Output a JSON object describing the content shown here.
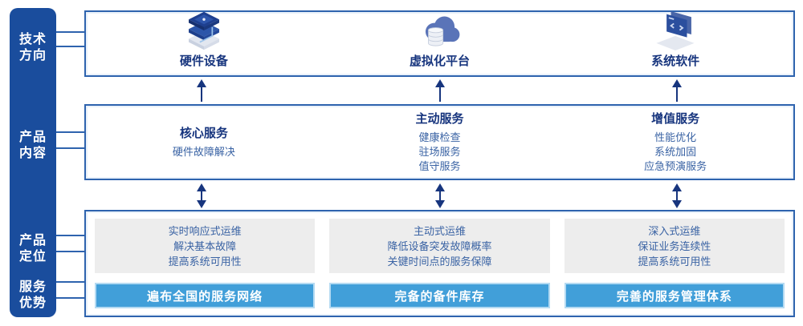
{
  "colors": {
    "sidebar_blue": "#1a4d9d",
    "border_blue": "#2e63ae",
    "title_navy": "#17357e",
    "body_blue": "#3a63a4",
    "banner_blue": "#419fd9",
    "panel_gray": "#ededed"
  },
  "sidebar": {
    "items": [
      {
        "label": "技术\n方向"
      },
      {
        "label": "产品\n内容"
      },
      {
        "label": "产品\n定位"
      },
      {
        "label": "服务\n优势"
      }
    ]
  },
  "tech_row": {
    "items": [
      {
        "icon": "server-stack-icon",
        "label": "硬件设备"
      },
      {
        "icon": "cloud-database-icon",
        "label": "虚拟化平台"
      },
      {
        "icon": "software-panel-icon",
        "label": "系统软件"
      }
    ]
  },
  "content_row": {
    "columns": [
      {
        "title": "核心服务",
        "items": [
          "硬件故障解决"
        ]
      },
      {
        "title": "主动服务",
        "items": [
          "健康检查",
          "驻场服务",
          "值守服务"
        ]
      },
      {
        "title": "增值服务",
        "items": [
          "性能优化",
          "系统加固",
          "应急预演服务"
        ]
      }
    ]
  },
  "position_row": {
    "columns": [
      {
        "lines": [
          "实时响应式运维",
          "解决基本故障",
          "提高系统可用性"
        ],
        "banner": "遍布全国的服务网络"
      },
      {
        "lines": [
          "主动式运维",
          "降低设备突发故障概率",
          "关键时间点的服务保障"
        ],
        "banner": "完备的备件库存"
      },
      {
        "lines": [
          "深入式运维",
          "保证业务连续性",
          "提高系统可用性"
        ],
        "banner": "完善的服务管理体系"
      }
    ]
  }
}
